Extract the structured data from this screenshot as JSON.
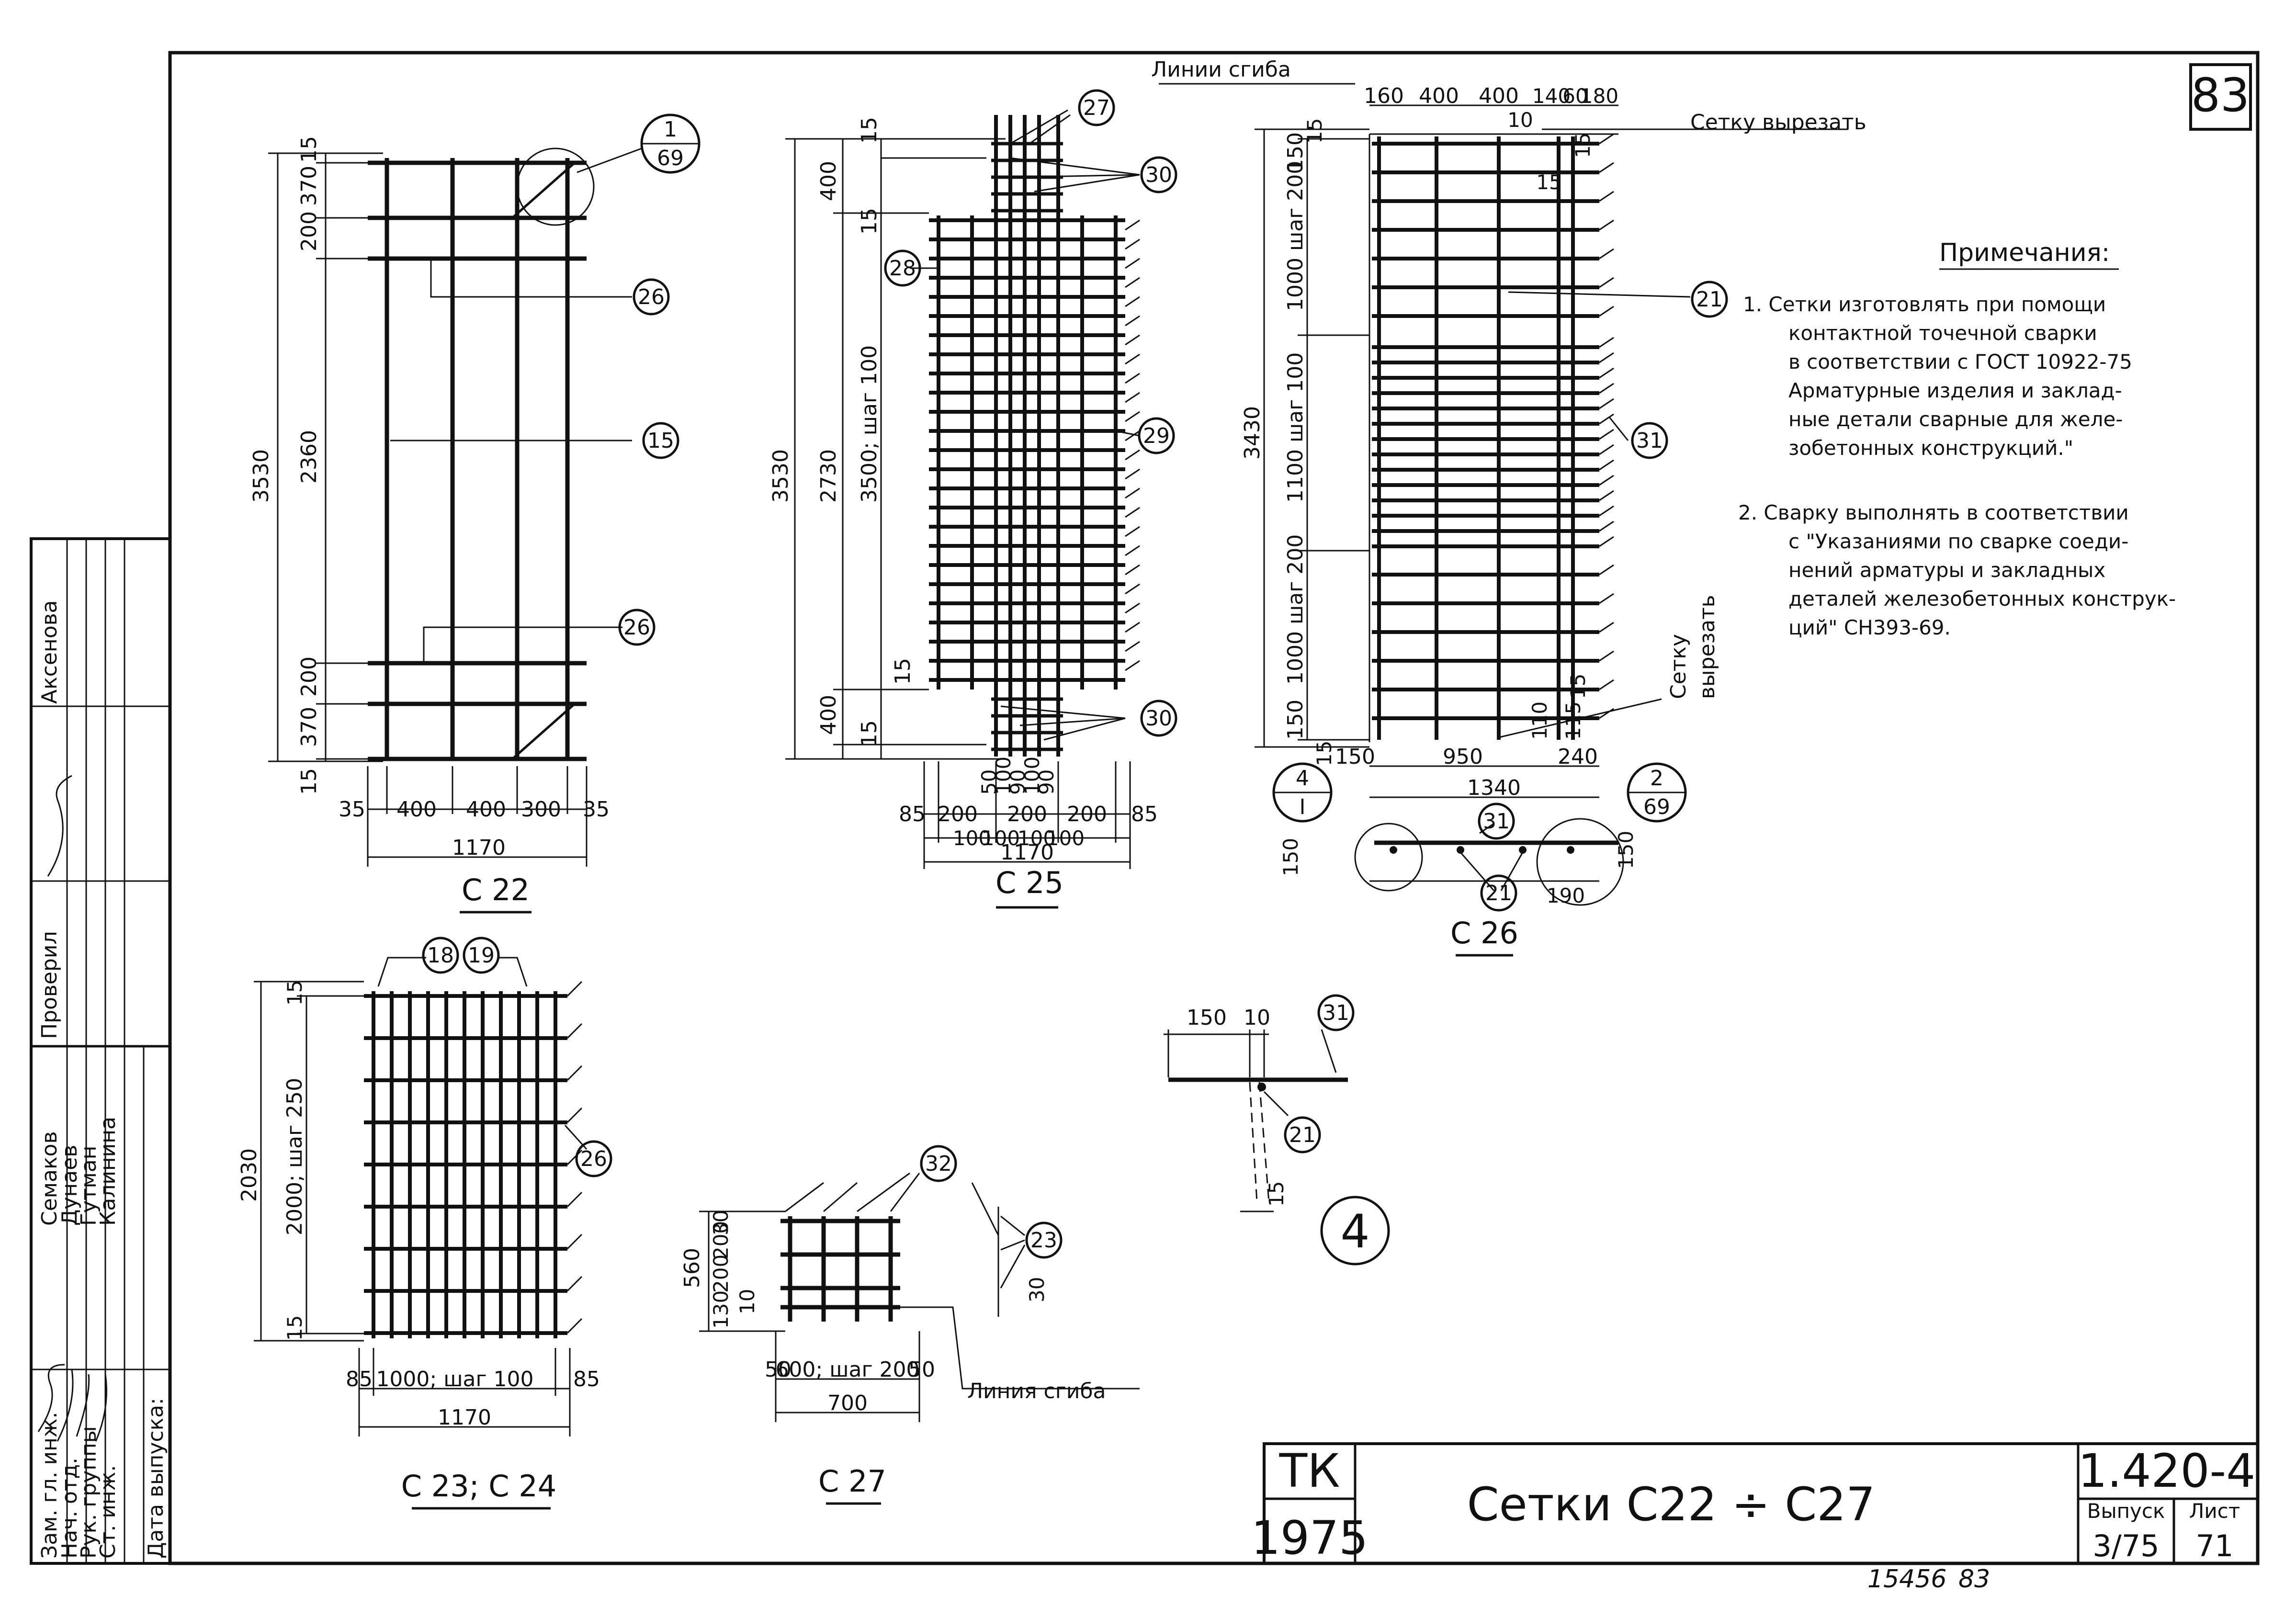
{
  "sheet": {
    "number": "83",
    "bottom_numbers": [
      "15456",
      "83"
    ],
    "title": "Сетки С22 ÷ С27",
    "code": "1.420-4",
    "org": "ТК",
    "year": "1975",
    "issue_label": "Выпуск",
    "issue": "3/75",
    "page_label": "Лист",
    "page": "71",
    "detail_number": "4"
  },
  "stamp": {
    "rows": [
      {
        "role": "Зам. гл. инж.",
        "name": "Семаков"
      },
      {
        "role": "Нач. отд.",
        "name": "Дунаев"
      },
      {
        "role": "Рук. группы",
        "name": "Гутман"
      },
      {
        "role": "Ст. инж.",
        "name": "Калинина"
      }
    ],
    "checked_label": "Проверил",
    "checked_name": "Аксенова",
    "date_label": "Дата выпуска:"
  },
  "labels": {
    "bend_lines": "Линии сгиба",
    "bend_line": "Линия сгиба",
    "cut_mesh": "Сетку вырезать",
    "cut_mesh_side": [
      "Сетку",
      "вырезать"
    ]
  },
  "notes": {
    "title": "Примечания:",
    "items": [
      [
        "1. Сетки изготовлять при помощи",
        "контактной точечной сварки",
        "в соответствии с ГОСТ 10922-75",
        "Арматурные изделия и заклад-",
        "ные детали сварные для желе-",
        "зобетонных конструкций.\""
      ],
      [
        "2. Сварку выполнять в соответствии",
        "с \"Указаниями по сварке соеди-",
        "нений арматуры и закладных",
        "деталей железобетонных конструк-",
        "ций\" СН393-69."
      ]
    ]
  },
  "drawings": {
    "c22": {
      "caption": "С 22",
      "dims_left": [
        "15",
        "370",
        "200",
        "2360",
        "200",
        "370",
        "15"
      ],
      "total_left": "3530",
      "dims_bottom": [
        "35",
        "400",
        "400",
        "300",
        "35"
      ],
      "total_bottom": "1170",
      "marks": [
        "26",
        "15",
        "26"
      ],
      "detail_ref": [
        "1",
        "69"
      ]
    },
    "c25": {
      "caption": "С 25",
      "dims_left": [
        "15",
        "400",
        "15",
        "2730",
        "3500; шаг 100",
        "15",
        "400",
        "15"
      ],
      "total_left": "3530",
      "dims_bottom": [
        "85",
        "200",
        "200",
        "200",
        "85"
      ],
      "dims_bottom_small": [
        "100",
        "100",
        "100",
        "100"
      ],
      "dims_mid": [
        "50",
        "100",
        "90",
        "100",
        "90"
      ],
      "total_bottom": "1170",
      "marks": [
        "27",
        "30",
        "28",
        "29",
        "30"
      ]
    },
    "c26": {
      "caption": "С 26",
      "dims_top": [
        "160",
        "400",
        "400",
        "140",
        "60",
        "180"
      ],
      "dims_top_small": [
        "10"
      ],
      "dims_left": [
        "150",
        "15",
        "1000 шаг 200",
        "1100 шаг 100",
        "1000 шаг 200",
        "150",
        "15"
      ],
      "total_left": "3430",
      "dims_right": [
        "15",
        "15",
        "15",
        "110",
        "115"
      ],
      "dims_bottom": [
        "150",
        "950",
        "240"
      ],
      "total_bottom": "1340",
      "section_dims": [
        "150",
        "150",
        "190"
      ],
      "marks": [
        "21",
        "31",
        "31",
        "21"
      ],
      "detail_refs": [
        [
          "4",
          "I"
        ],
        [
          "2",
          "69"
        ]
      ]
    },
    "c23": {
      "caption": "С 23; С 24",
      "dims_left": [
        "15",
        "2000; шаг 250",
        "15"
      ],
      "total_left": "2030",
      "dims_bottom": [
        "85",
        "1000; шаг 100",
        "85"
      ],
      "total_bottom": "1170",
      "marks": [
        "18",
        "19",
        "26"
      ]
    },
    "c27": {
      "caption": "С 27",
      "dims_left": [
        "30",
        "200",
        "200",
        "130",
        "10"
      ],
      "total_left": "560",
      "dims_bottom": [
        "50",
        "600; шаг 200",
        "50"
      ],
      "total_bottom": "700",
      "marks": [
        "32",
        "23"
      ],
      "side_dim": "30"
    },
    "detail4": {
      "dims": [
        "150",
        "10",
        "15"
      ],
      "marks": [
        "31",
        "21"
      ]
    }
  }
}
